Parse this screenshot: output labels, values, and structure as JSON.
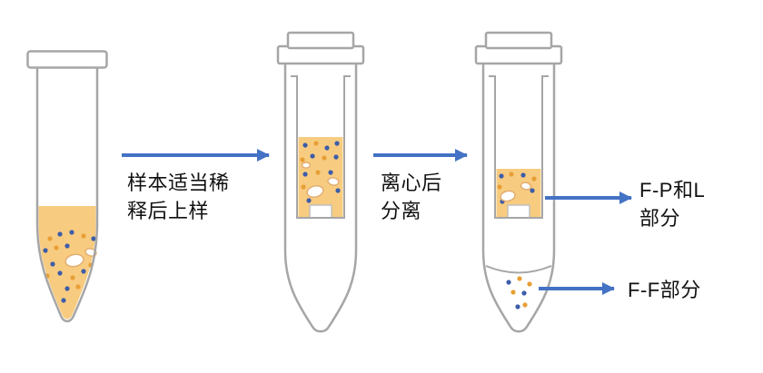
{
  "diagram": {
    "type": "process-flow",
    "steps": [
      {
        "id": "dilute-and-load",
        "label_lines": [
          "样本适当稀",
          "释后上样"
        ]
      },
      {
        "id": "centrifuge-separate",
        "label_lines": [
          "离心后",
          "分离"
        ]
      }
    ],
    "outputs": [
      {
        "id": "fpl-fraction",
        "label_lines": [
          "F-P和L",
          "部分"
        ]
      },
      {
        "id": "ff-fraction",
        "label_lines": [
          "F-F部分"
        ]
      }
    ]
  },
  "colors": {
    "liquid": "#F8CC80",
    "arrow": "#4472C4",
    "dot_blue": "#3D5DA8",
    "dot_orange": "#E79F35",
    "oval_stroke": "#E2AE72",
    "tube_outline": "#A6A6A6"
  }
}
